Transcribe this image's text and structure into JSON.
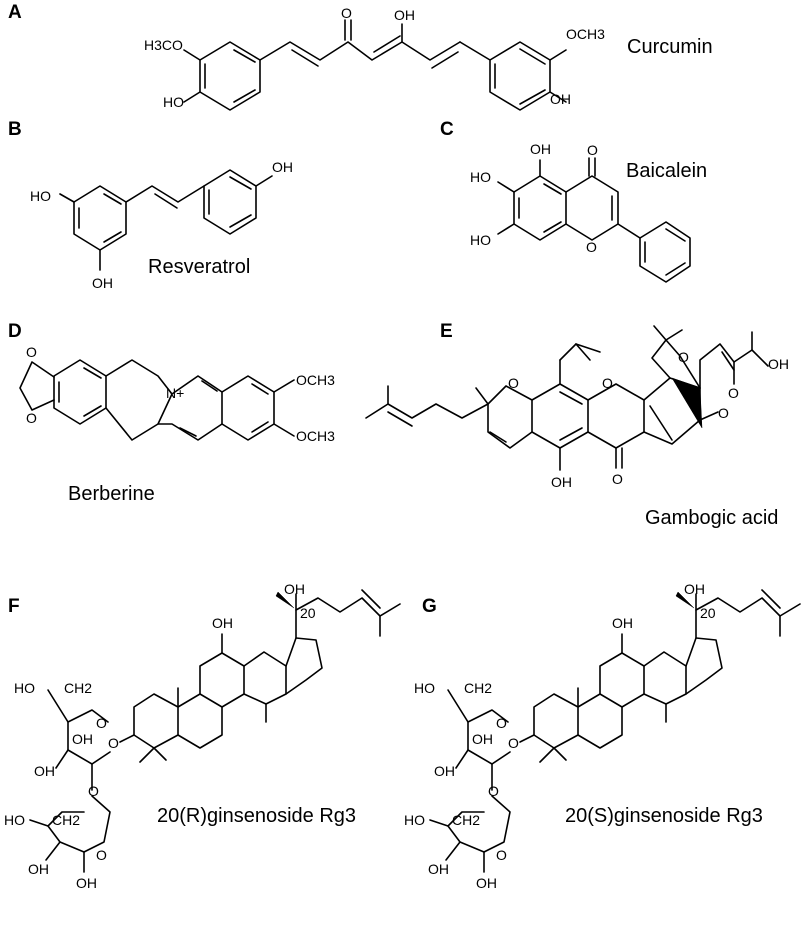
{
  "panels": {
    "A": {
      "letter": "A",
      "name": "Curcumin",
      "groups": {
        "o_keto": "O",
        "oh_enol": "OH",
        "h3co": "H3CO",
        "och3": "OCH3",
        "ho": "HO",
        "oh": "OH"
      }
    },
    "B": {
      "letter": "B",
      "name": "Resveratrol",
      "groups": {
        "oh_top": "OH",
        "ho_left": "HO",
        "oh_bottom": "OH"
      }
    },
    "C": {
      "letter": "C",
      "name": "Baicalein",
      "groups": {
        "oh5": "OH",
        "o_keto": "O",
        "ho6": "HO",
        "ho7": "HO",
        "o_ring": "O"
      }
    },
    "D": {
      "letter": "D",
      "name": "Berberine",
      "groups": {
        "o1": "O",
        "o2": "O",
        "n_plus": "N+",
        "och3_a": "OCH3",
        "och3_b": "OCH3"
      }
    },
    "E": {
      "letter": "E",
      "name": "Gambogic acid",
      "groups": {
        "o_pyran": "O",
        "o_xanth": "O",
        "o_bridge": "O",
        "o_ketone": "O",
        "o_quinone": "O",
        "oh": "OH",
        "cooh_o": "O",
        "cooh_oh": "OH"
      }
    },
    "F": {
      "letter": "F",
      "name": "20(R)ginsenoside Rg3",
      "groups": {
        "oh20": "OH",
        "c20": "20",
        "oh12": "OH",
        "o_glyc": "O",
        "ho_ch2_1": "HO",
        "ch2_1": "CH2",
        "oh_a": "OH",
        "oh_b": "OH",
        "o_ring1": "O",
        "o_link": "O",
        "ho_ch2_2": "HO",
        "ch2_2": "CH2",
        "o_ring2": "O",
        "oh_c": "OH",
        "oh_d": "OH"
      }
    },
    "G": {
      "letter": "G",
      "name": "20(S)ginsenoside Rg3",
      "groups": {
        "oh20": "OH",
        "c20": "20",
        "oh12": "OH",
        "o_glyc": "O",
        "ho_ch2_1": "HO",
        "ch2_1": "CH2",
        "oh_a": "OH",
        "oh_b": "OH",
        "o_ring1": "O",
        "o_link": "O",
        "ho_ch2_2": "HO",
        "ch2_2": "CH2",
        "o_ring2": "O",
        "oh_c": "OH",
        "oh_d": "OH"
      }
    }
  }
}
